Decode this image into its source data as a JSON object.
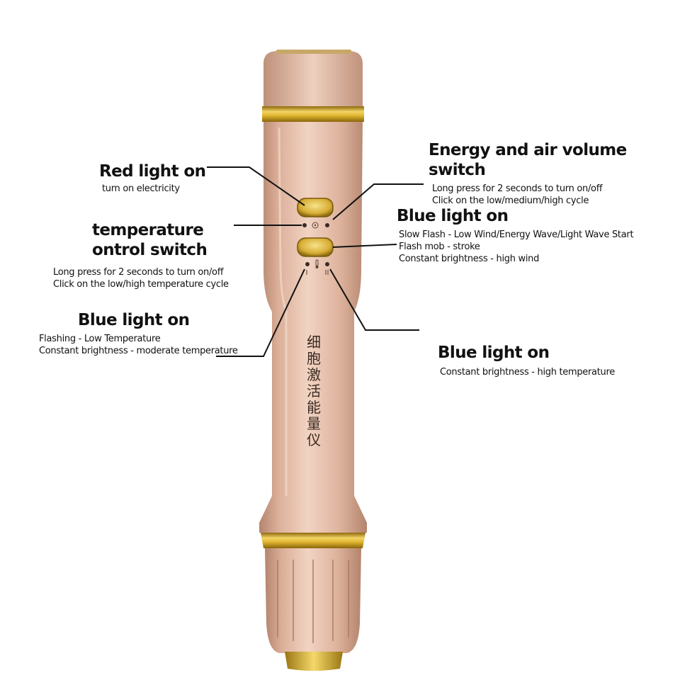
{
  "colors": {
    "body": "#e2b8a0",
    "body_shadow": "#b98a72",
    "body_highlight": "#f4dccd",
    "gold": "#d9b43a",
    "gold_dark": "#9a7612",
    "leader_line": "#111111"
  },
  "icons": [
    "power-led-icon",
    "fan-led-icon",
    "thermometer-icon",
    "level-indicator-icon"
  ],
  "device": {
    "label_chars": [
      "细",
      "胞",
      "激",
      "活",
      "能",
      "量",
      "仪"
    ]
  },
  "annotations": {
    "red_light": {
      "title": "Red light on",
      "lines": [
        "turn on electricity"
      ]
    },
    "energy_switch": {
      "title": "Energy and air volume switch",
      "lines": [
        "Long press for 2 seconds to turn on/off",
        "Click on the low/medium/high cycle"
      ]
    },
    "blue_light_wind": {
      "title": "Blue light on",
      "lines": [
        "Slow Flash - Low Wind/Energy Wave/Light Wave Start",
        "Flash mob - stroke",
        "Constant brightness - high wind"
      ]
    },
    "temp_switch": {
      "title_lines": [
        "temperature",
        "ontrol switch"
      ],
      "lines": [
        "Long press for 2 seconds to turn on/off",
        "Click on the low/high temperature cycle"
      ]
    },
    "blue_light_low_temp": {
      "title": "Blue light on",
      "lines": [
        "Flashing - Low Temperature",
        "Constant brightness - moderate temperature"
      ]
    },
    "blue_light_high_temp": {
      "title": "Blue light on",
      "lines": [
        "Constant brightness - high temperature"
      ]
    }
  }
}
